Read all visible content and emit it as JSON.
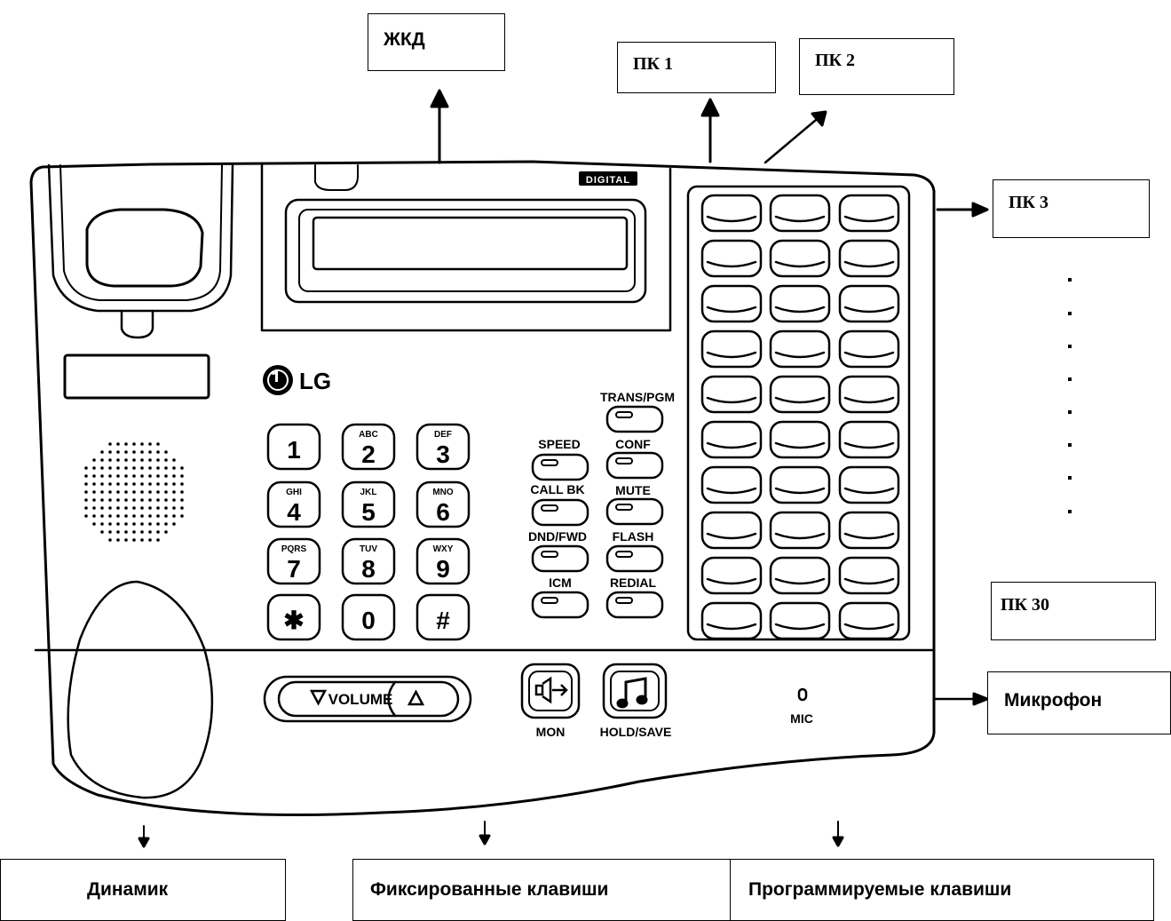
{
  "labels": {
    "lcd": "ЖКД",
    "pk1": "ПК  1",
    "pk2": "ПК  2",
    "pk3": "ПК  3",
    "pk30": "ПК  30",
    "microphone": "Микрофон",
    "speaker": "Динамик",
    "fixed_keys": "Фиксированные клавиши",
    "programmable_keys": "Программируемые клавиши"
  },
  "phone": {
    "brand": "LG",
    "display_badge": "DIGITAL",
    "dial_keys": [
      {
        "digit": "1",
        "letters": ""
      },
      {
        "digit": "2",
        "letters": "ABC"
      },
      {
        "digit": "3",
        "letters": "DEF"
      },
      {
        "digit": "4",
        "letters": "GHI"
      },
      {
        "digit": "5",
        "letters": "JKL"
      },
      {
        "digit": "6",
        "letters": "MNO"
      },
      {
        "digit": "7",
        "letters": "PQRS"
      },
      {
        "digit": "8",
        "letters": "TUV"
      },
      {
        "digit": "9",
        "letters": "WXY"
      },
      {
        "digit": "✱",
        "letters": ""
      },
      {
        "digit": "0",
        "letters": ""
      },
      {
        "digit": "#",
        "letters": ""
      }
    ],
    "function_keys": {
      "trans_pgm": "TRANS/PGM",
      "speed": "SPEED",
      "conf": "CONF",
      "call_bk": "CALL  BK",
      "mute": "MUTE",
      "dnd_fwd": "DND/FWD",
      "flash": "FLASH",
      "icm": "ICM",
      "redial": "REDIAL"
    },
    "volume": "VOLUME",
    "mon": "MON",
    "hold_save": "HOLD/SAVE",
    "mic": "MIC"
  }
}
